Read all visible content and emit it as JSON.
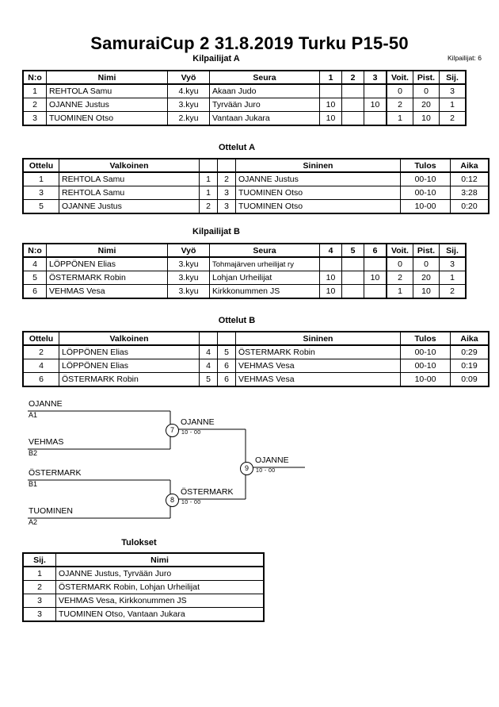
{
  "header": {
    "title": "SamuraiCup 2  31.8.2019  Turku   P15-50",
    "competitor_count_label": "Kilpailijat: 6"
  },
  "sections": {
    "competitors_a_label": "Kilpailijat A",
    "matches_a_label": "Ottelut A",
    "competitors_b_label": "Kilpailijat B",
    "matches_b_label": "Ottelut B",
    "results_label": "Tulokset"
  },
  "competitors_a": {
    "columns": [
      "N:o",
      "Nimi",
      "Vyö",
      "Seura",
      "1",
      "2",
      "3",
      "Voit.",
      "Pist.",
      "Sij."
    ],
    "rows": [
      {
        "no": "1",
        "name": "REHTOLA Samu",
        "belt": "4.kyu",
        "club": "Akaan Judo",
        "m1": "",
        "m2": "",
        "m3": "",
        "wins": "0",
        "points": "0",
        "rank": "3"
      },
      {
        "no": "2",
        "name": "OJANNE Justus",
        "belt": "3.kyu",
        "club": "Tyrvään Juro",
        "m1": "10",
        "m2": "",
        "m3": "10",
        "wins": "2",
        "points": "20",
        "rank": "1"
      },
      {
        "no": "3",
        "name": "TUOMINEN Otso",
        "belt": "2.kyu",
        "club": "Vantaan Jukara",
        "m1": "10",
        "m2": "",
        "m3": "",
        "wins": "1",
        "points": "10",
        "rank": "2"
      }
    ]
  },
  "matches_a": {
    "columns": [
      "Ottelu",
      "Valkoinen",
      "",
      "",
      "Sininen",
      "Tulos",
      "Aika"
    ],
    "rows": [
      {
        "no": "1",
        "white": "REHTOLA Samu",
        "wn": "1",
        "bn": "2",
        "blue": "OJANNE Justus",
        "result": "00-10",
        "time": "0:12"
      },
      {
        "no": "3",
        "white": "REHTOLA Samu",
        "wn": "1",
        "bn": "3",
        "blue": "TUOMINEN Otso",
        "result": "00-10",
        "time": "3:28"
      },
      {
        "no": "5",
        "white": "OJANNE Justus",
        "wn": "2",
        "bn": "3",
        "blue": "TUOMINEN Otso",
        "result": "10-00",
        "time": "0:20"
      }
    ]
  },
  "competitors_b": {
    "columns": [
      "N:o",
      "Nimi",
      "Vyö",
      "Seura",
      "4",
      "5",
      "6",
      "Voit.",
      "Pist.",
      "Sij."
    ],
    "rows": [
      {
        "no": "4",
        "name": "LÖPPÖNEN Elias",
        "belt": "3.kyu",
        "club": "Tohmajärven urheilijat ry",
        "m1": "",
        "m2": "",
        "m3": "",
        "wins": "0",
        "points": "0",
        "rank": "3"
      },
      {
        "no": "5",
        "name": "ÖSTERMARK Robin",
        "belt": "3.kyu",
        "club": "Lohjan Urheilijat",
        "m1": "10",
        "m2": "",
        "m3": "10",
        "wins": "2",
        "points": "20",
        "rank": "1"
      },
      {
        "no": "6",
        "name": "VEHMAS Vesa",
        "belt": "3.kyu",
        "club": "Kirkkonummen JS",
        "m1": "10",
        "m2": "",
        "m3": "",
        "wins": "1",
        "points": "10",
        "rank": "2"
      }
    ]
  },
  "matches_b": {
    "columns": [
      "Ottelu",
      "Valkoinen",
      "",
      "",
      "Sininen",
      "Tulos",
      "Aika"
    ],
    "rows": [
      {
        "no": "2",
        "white": "LÖPPÖNEN Elias",
        "wn": "4",
        "bn": "5",
        "blue": "ÖSTERMARK Robin",
        "result": "00-10",
        "time": "0:29"
      },
      {
        "no": "4",
        "white": "LÖPPÖNEN Elias",
        "wn": "4",
        "bn": "6",
        "blue": "VEHMAS Vesa",
        "result": "00-10",
        "time": "0:19"
      },
      {
        "no": "6",
        "white": "ÖSTERMARK Robin",
        "wn": "5",
        "bn": "6",
        "blue": "VEHMAS Vesa",
        "result": "10-00",
        "time": "0:09"
      }
    ]
  },
  "bracket": {
    "entries": [
      {
        "name": "OJANNE",
        "seed": "A1"
      },
      {
        "name": "VEHMAS",
        "seed": "B2"
      },
      {
        "name": "ÖSTERMARK",
        "seed": "B1"
      },
      {
        "name": "TUOMINEN",
        "seed": "A2"
      }
    ],
    "nodes": [
      {
        "number": "7",
        "winner": "OJANNE",
        "score": "10 - 00"
      },
      {
        "number": "8",
        "winner": "ÖSTERMARK",
        "score": "10 - 00"
      },
      {
        "number": "9",
        "winner": "OJANNE",
        "score": "10 - 00"
      }
    ]
  },
  "results": {
    "columns": [
      "Sij.",
      "Nimi"
    ],
    "rows": [
      {
        "rank": "1",
        "name": "OJANNE Justus, Tyrvään Juro"
      },
      {
        "rank": "2",
        "name": "ÖSTERMARK Robin, Lohjan Urheilijat"
      },
      {
        "rank": "3",
        "name": "VEHMAS Vesa, Kirkkonummen JS"
      },
      {
        "rank": "3",
        "name": "TUOMINEN Otso, Vantaan Jukara"
      }
    ]
  }
}
